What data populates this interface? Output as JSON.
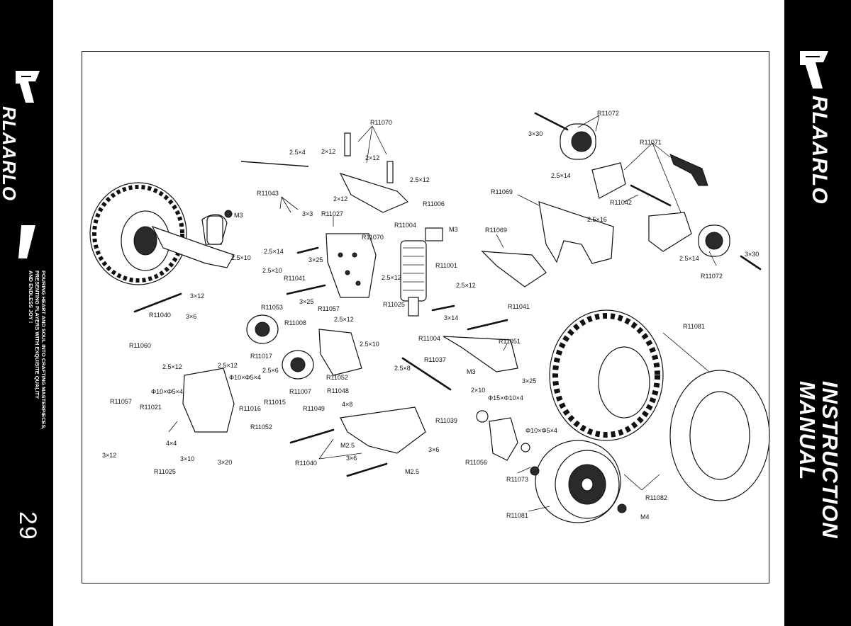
{
  "brand": {
    "logo_text": "RLAARLO",
    "slogan_lines": [
      "POURING HEART AND SOUL INTO CRAFTING MASTERPIECES,",
      "PRESENTING PLAYERS WITH EXQUISITE QUALITY",
      "AND ENDLESS JOY !"
    ],
    "manual_line1": "INSTRUCTION",
    "manual_line2": "MANUAL"
  },
  "page_number": "29",
  "part_labels": [
    "R11070",
    "R11072",
    "R11071",
    "2.5×4",
    "2×12",
    "2×12",
    "2.5×12",
    "2×12",
    "R11043",
    "3×3",
    "M3",
    "3×30",
    "2.5×14",
    "R11042",
    "R11069",
    "R11006",
    "R11027",
    "R11004",
    "R11070",
    "M3",
    "2.5×16",
    "R11069",
    "2.5×14",
    "3×25",
    "R11001",
    "2.5×14",
    "2.5×10",
    "2.5×10",
    "2.5×12",
    "2.5×12",
    "3×30",
    "R11072",
    "R11041",
    "3×25",
    "R11040",
    "3×12",
    "R11053",
    "R11057",
    "R11025",
    "3×14",
    "R11041",
    "3×6",
    "R11008",
    "2.5×12",
    "R11004",
    "R11060",
    "R11051",
    "2.5×10",
    "R11017",
    "2.5×12",
    "R11081",
    "R11037",
    "2.5×12",
    "2.5×6",
    "2.5×8",
    "M3",
    "3×25",
    "Φ10×Φ5×4",
    "R11007",
    "R11052",
    "R11048",
    "Φ10×Φ5×4",
    "R11015",
    "R11016",
    "2×10",
    "Φ15×Φ10×4",
    "R11057",
    "R11021",
    "4×8",
    "R11049",
    "R11052",
    "R11039",
    "Φ10×Φ5×4",
    "4×4",
    "3×12",
    "M2.5",
    "3×6",
    "R11040",
    "3×10",
    "3×20",
    "3×6",
    "R11025",
    "M2.5",
    "R11056",
    "R11073",
    "R11082",
    "R11081",
    "M4"
  ]
}
